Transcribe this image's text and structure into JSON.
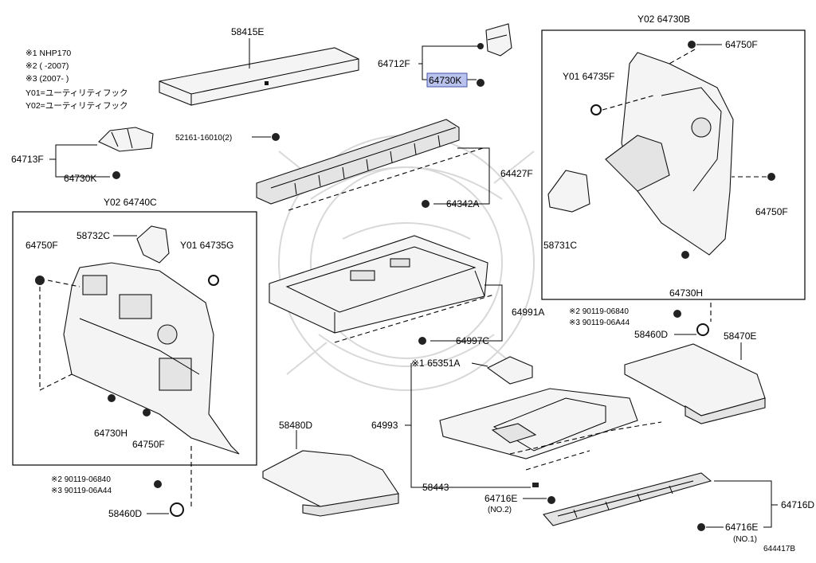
{
  "diagram_id": "644417B",
  "notes": [
    "※1 NHP170",
    "※2 (     -2007)",
    "※3 (2007-     )",
    "Y01=ユーティリティフック",
    "Y02=ユーティリティフック"
  ],
  "groups": {
    "left": "Y02 64740C",
    "right": "Y02 64730B"
  },
  "parts": {
    "p58415E": "58415E",
    "p64712F": "64712F",
    "p64730K_top": "64730K",
    "p52161": "52161-16010(2)",
    "p64713F": "64713F",
    "p64730K_left": "64730K",
    "p64427F": "64427F",
    "p64342A": "64342A",
    "p64750F_r1": "64750F",
    "p64735F": "Y01 64735F",
    "p64750F_r2": "64750F",
    "p58731C": "58731C",
    "p64730H_r": "64730H",
    "p58732C": "58732C",
    "p64735G": "Y01 64735G",
    "p64750F_l1": "64750F",
    "p64730H_l": "64730H",
    "p64750F_l2": "64750F",
    "p64991A": "64991A",
    "p64997C": "64997C",
    "p90119_2r": "※2 90119-06840",
    "p90119_3r": "※3 90119-06A44",
    "p58460D_r": "58460D",
    "p58470E": "58470E",
    "p65351A": "※1 65351A",
    "p64993": "64993",
    "p58480D": "58480D",
    "p90119_2l": "※2 90119-06840",
    "p90119_3l": "※3 90119-06A44",
    "p58460D_l": "58460D",
    "p58443": "58443",
    "p64716E_2": "64716E",
    "p64716E_2n": "(NO.2)",
    "p64716D": "64716D",
    "p64716E_1": "64716E",
    "p64716E_1n": "(NO.1)"
  },
  "highlighted_part": "64730K",
  "colors": {
    "highlight_fill": "#b9c3ee",
    "highlight_stroke": "#4456aa",
    "watermark": "#d8d8d8"
  }
}
